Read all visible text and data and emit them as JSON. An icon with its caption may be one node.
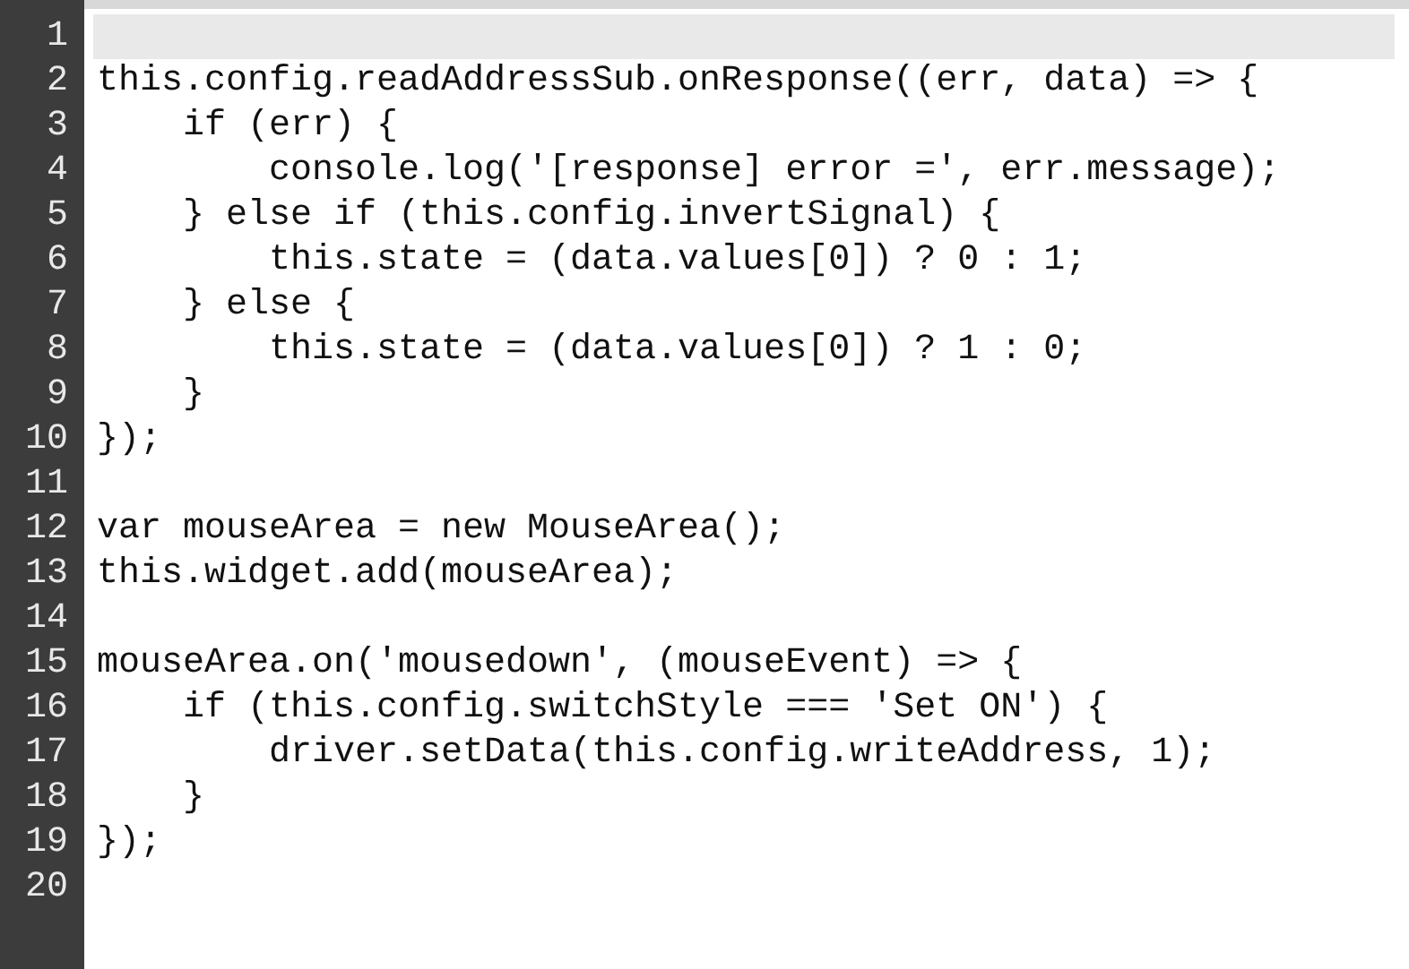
{
  "diagram": {
    "labels": [
      "1",
      "2",
      "this.config.readAddressSub.onResponse((err, data) => {",
      "3",
      "    if (err) {",
      "4",
      "        console.log('[response] error =', err.message);",
      "5",
      "    } else if (this.config.invertSignal) {",
      "6",
      "        this.state = (data.values[0]) ? 0 : 1;",
      "7",
      "    } else {",
      "8",
      "        this.state = (data.values[0]) ? 1 : 0;",
      "9",
      "    }",
      "10",
      "});",
      "11",
      "12",
      "var mouseArea = new MouseArea();",
      "13",
      "this.widget.add(mouseArea);",
      "14",
      "15",
      "mouseArea.on('mousedown', (mouseEvent) => {",
      "16",
      "    if (this.config.switchStyle === 'Set ON') {",
      "17",
      "        driver.setData(this.config.writeAddress, 1);",
      "18",
      "    }",
      "19",
      "});",
      "20"
    ]
  }
}
